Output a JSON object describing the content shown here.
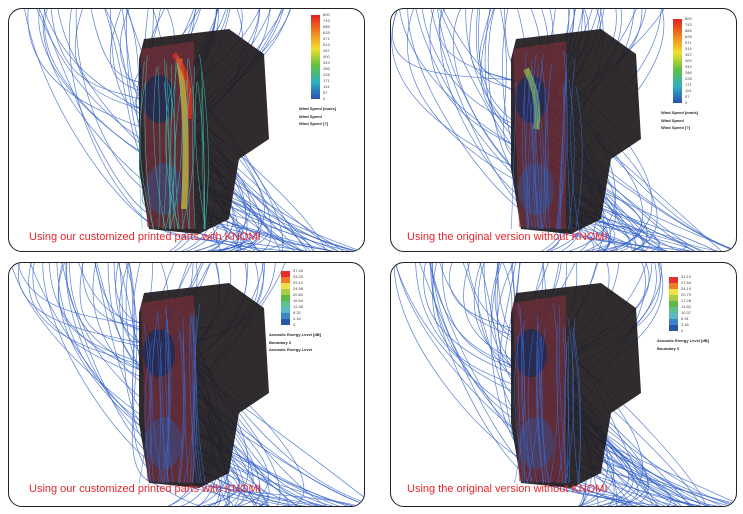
{
  "panels": [
    {
      "caption": "Using our customized printed parts with KNOMI",
      "legend": {
        "ticks": [
          "800",
          "743",
          "686",
          "628",
          "571",
          "514",
          "457",
          "400",
          "343",
          "286",
          "228",
          "171",
          "114",
          "57",
          "0"
        ],
        "title": "Wind Speed [mm/s]",
        "sub1": "Wind Speed",
        "sub2": "Wind Speed [?]",
        "style": "smooth"
      }
    },
    {
      "caption": "Using the original version without KNOMI",
      "legend": {
        "ticks": [
          "800",
          "743",
          "686",
          "628",
          "571",
          "514",
          "457",
          "400",
          "343",
          "286",
          "228",
          "171",
          "114",
          "57",
          "0"
        ],
        "title": "Wind Speed [mm/s]",
        "sub1": "Wind Speed",
        "sub2": "Wind Speed [?]",
        "style": "smooth"
      }
    },
    {
      "caption": "Using our customized printed parts with KNOMI",
      "legend": {
        "ticks": [
          "37.45",
          "33.29",
          "29.12",
          "24.96",
          "20.80",
          "16.64",
          "12.48",
          "8.32",
          "4.16",
          "0"
        ],
        "title": "Acoustic Energy Level [dB]",
        "sub1": "Boundary 3",
        "sub2": "Acoustic Energy Level",
        "style": "banded"
      }
    },
    {
      "caption": "Using the original version without KNOMI",
      "legend": {
        "ticks": [
          "31.10",
          "27.64",
          "24.19",
          "20.73",
          "17.28",
          "13.82",
          "10.37",
          "6.91",
          "3.46",
          "0"
        ],
        "title": "Acoustic Energy Level [dB]",
        "sub1": "Boundary 3",
        "sub2": "",
        "style": "banded"
      }
    }
  ],
  "colors": {
    "caption": "#e8262c",
    "streamline": "#2f5fc8",
    "housing": "#1e1a1c"
  }
}
